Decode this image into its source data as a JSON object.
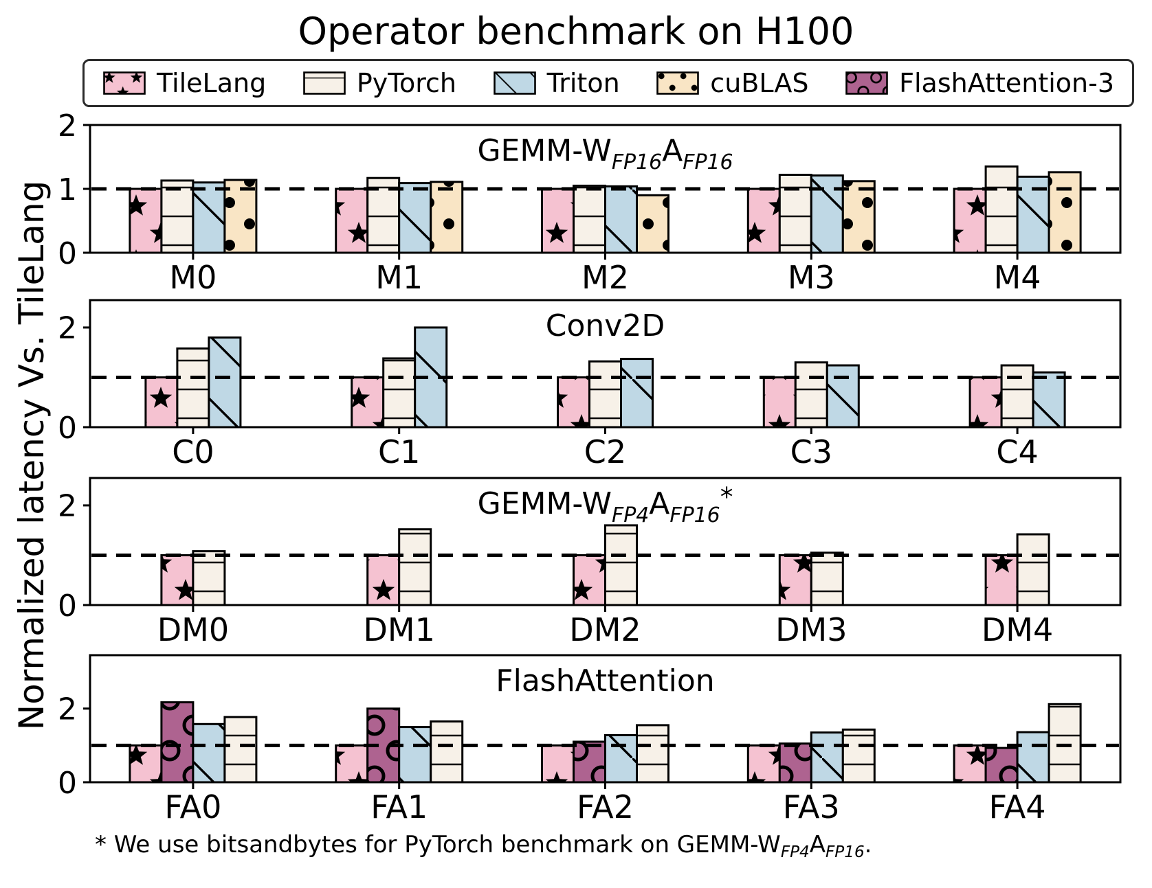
{
  "page": {
    "title": "Operator benchmark on H100",
    "footnote_parts": [
      {
        "t": "* We use bitsandbytes for PyTorch benchmark on GEMM-W"
      },
      {
        "t": "FP4",
        "sub": true
      },
      {
        "t": "A"
      },
      {
        "t": "FP16",
        "sub": true
      },
      {
        "t": "."
      }
    ]
  },
  "chart_data": {
    "type": "bar",
    "title": "Operator benchmark on H100",
    "ylabel": "Normalized latency Vs. TileLang",
    "baseline_dashed_line_y": 1.0,
    "legend_position": "top",
    "grid": false,
    "legend": [
      {
        "name": "TileLang",
        "color": "#f5c2d1",
        "hatch": "stars",
        "edge": "#000000"
      },
      {
        "name": "PyTorch",
        "color": "#f7f1e8",
        "hatch": "hlines",
        "edge": "#000000"
      },
      {
        "name": "Triton",
        "color": "#bfd8e5",
        "hatch": "diagonal",
        "edge": "#000000"
      },
      {
        "name": "cuBLAS",
        "color": "#f9e5c5",
        "hatch": "dots",
        "edge": "#000000"
      },
      {
        "name": "FlashAttention-3",
        "color": "#ae6390",
        "hatch": "circles",
        "edge": "#000000"
      }
    ],
    "subplots": [
      {
        "title_parts": [
          {
            "t": "GEMM-W"
          },
          {
            "t": "FP16",
            "sub": true
          },
          {
            "t": "A"
          },
          {
            "t": "FP16",
            "sub": true
          }
        ],
        "categories": [
          "M0",
          "M1",
          "M2",
          "M3",
          "M4"
        ],
        "series": [
          {
            "name": "TileLang",
            "values": [
              1.0,
              1.0,
              1.0,
              1.0,
              1.0
            ]
          },
          {
            "name": "PyTorch",
            "values": [
              1.13,
              1.17,
              1.05,
              1.22,
              1.35
            ]
          },
          {
            "name": "Triton",
            "values": [
              1.1,
              1.09,
              1.04,
              1.21,
              1.19
            ]
          },
          {
            "name": "cuBLAS",
            "values": [
              1.14,
              1.11,
              0.9,
              1.12,
              1.26
            ]
          }
        ],
        "ylim": [
          0,
          2.0
        ],
        "yticks": [
          0,
          1,
          2
        ]
      },
      {
        "title_parts": [
          {
            "t": "Conv2D"
          }
        ],
        "categories": [
          "C0",
          "C1",
          "C2",
          "C3",
          "C4"
        ],
        "series": [
          {
            "name": "TileLang",
            "values": [
              1.0,
              1.0,
              1.0,
              1.0,
              1.0
            ]
          },
          {
            "name": "PyTorch",
            "values": [
              1.58,
              1.38,
              1.32,
              1.3,
              1.24
            ]
          },
          {
            "name": "Triton",
            "values": [
              1.8,
              2.0,
              1.37,
              1.24,
              1.1
            ]
          }
        ],
        "ylim": [
          0,
          2.55
        ],
        "yticks": [
          0,
          2
        ]
      },
      {
        "title_parts": [
          {
            "t": "GEMM-W"
          },
          {
            "t": "FP4",
            "sub": true
          },
          {
            "t": "A"
          },
          {
            "t": "FP16",
            "sub": true
          },
          {
            "t": "*",
            "sup": true
          }
        ],
        "categories": [
          "DM0",
          "DM1",
          "DM2",
          "DM3",
          "DM4"
        ],
        "series": [
          {
            "name": "TileLang",
            "values": [
              1.0,
              1.0,
              1.0,
              1.0,
              1.0
            ]
          },
          {
            "name": "PyTorch",
            "values": [
              1.08,
              1.52,
              1.6,
              1.05,
              1.42
            ]
          }
        ],
        "ylim": [
          0,
          2.55
        ],
        "yticks": [
          0,
          2
        ]
      },
      {
        "title_parts": [
          {
            "t": "FlashAttention"
          }
        ],
        "categories": [
          "FA0",
          "FA1",
          "FA2",
          "FA3",
          "FA4"
        ],
        "series": [
          {
            "name": "TileLang",
            "values": [
              1.0,
              1.0,
              1.0,
              1.0,
              1.0
            ]
          },
          {
            "name": "FlashAttention-3",
            "values": [
              2.17,
              2.0,
              1.1,
              1.05,
              0.93
            ]
          },
          {
            "name": "Triton",
            "values": [
              1.58,
              1.5,
              1.28,
              1.35,
              1.36
            ]
          },
          {
            "name": "PyTorch",
            "values": [
              1.77,
              1.65,
              1.55,
              1.43,
              2.12
            ]
          }
        ],
        "ylim": [
          0,
          3.45
        ],
        "yticks": [
          0,
          2
        ]
      }
    ]
  }
}
